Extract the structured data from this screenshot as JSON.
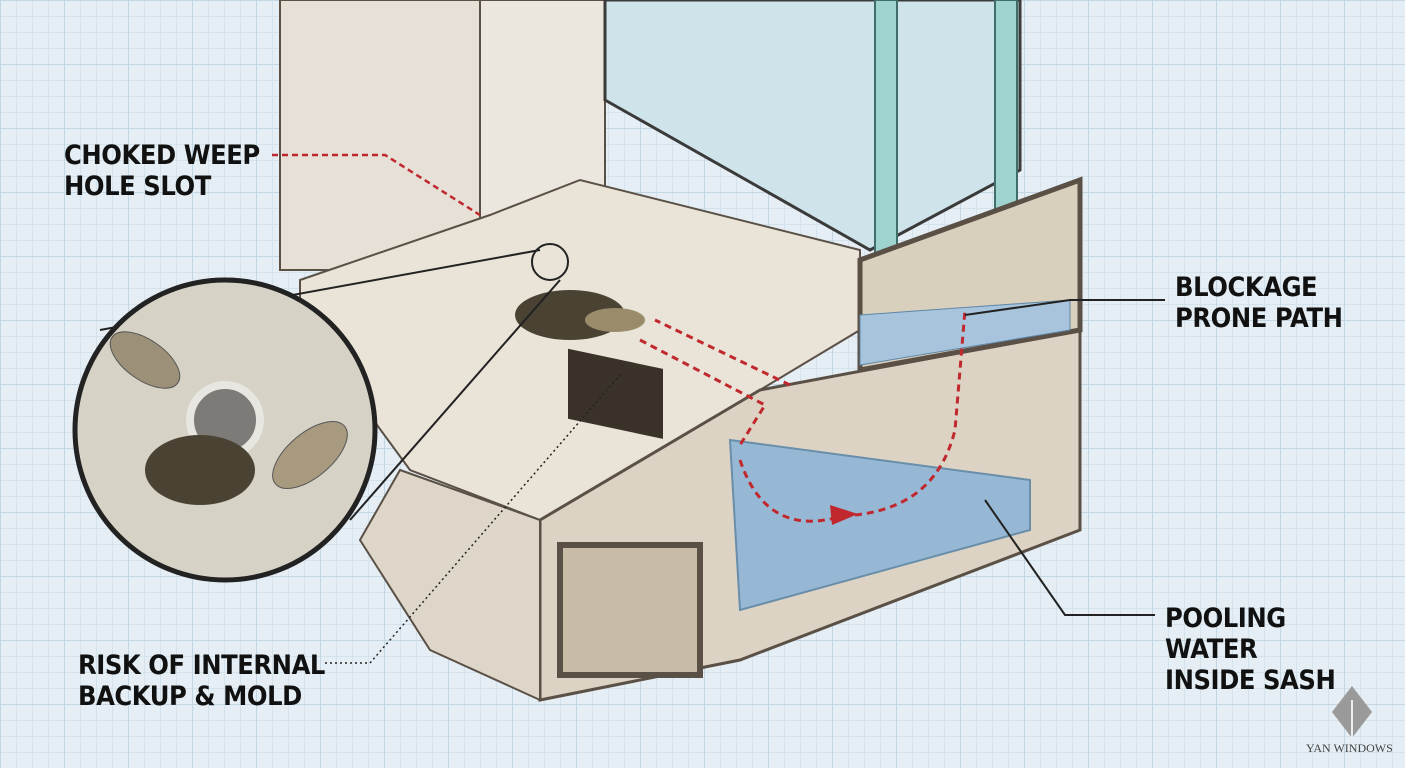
{
  "labels": {
    "choked_weep": [
      "CHOKED WEEP",
      "HOLE SLOT"
    ],
    "blockage": [
      "BLOCKAGE",
      "PRONE PATH"
    ],
    "pooling": [
      "POOLING WATER",
      "INSIDE SASH"
    ],
    "risk": [
      "RISK OF INTERNAL",
      "BACKUP & MOLD"
    ]
  },
  "brand": {
    "name": "YAN WINDOWS"
  },
  "colors": {
    "frame": "#e9e3d8",
    "frame_edge": "#5a5046",
    "water": "#8fb6d6",
    "flow_arrow": "#c0282d",
    "glass": "#9fd3cf",
    "debris": "#4a4334"
  }
}
